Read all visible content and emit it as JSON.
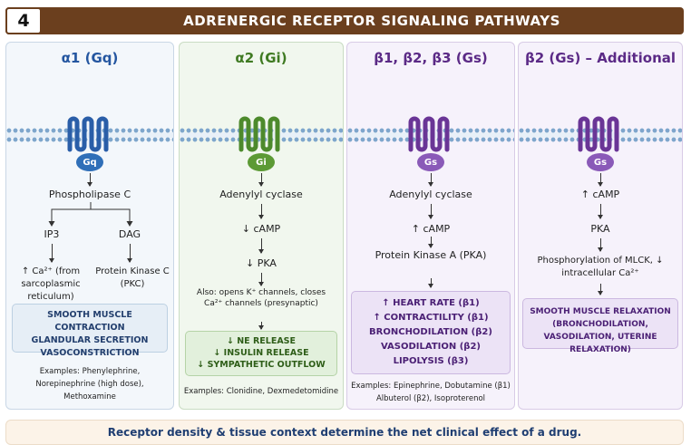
{
  "banner": {
    "number": "4",
    "title": "ADRENERGIC RECEPTOR SIGNALING PATHWAYS"
  },
  "columns": [
    {
      "title": "α1 (Gq)",
      "gprotein": "Gq",
      "color": "#2a5ea8",
      "gcolor": "#2f6fb8",
      "steps": [
        "Phospholipase C",
        "IP3",
        "DAG",
        "↑ Ca²⁺ (from sarcoplasmic reticulum)",
        "Protein Kinase C (PKC)"
      ],
      "effects": [
        "SMOOTH MUSCLE CONTRACTION",
        "GLANDULAR SECRETION",
        "VASOCONSTRICTION"
      ],
      "examples": "Examples: Phenylephrine, Norepinephrine (high dose), Methoxamine"
    },
    {
      "title": "α2 (Gi)",
      "gprotein": "Gi",
      "color": "#4d8a2c",
      "gcolor": "#5c9a35",
      "steps": [
        "Adenylyl cyclase",
        "↓ cAMP",
        "↓ PKA",
        "Also: opens K⁺ channels, closes Ca²⁺ channels (presynaptic)"
      ],
      "effects": [
        "↓ NE RELEASE",
        "↓ INSULIN RELEASE",
        "↓ SYMPATHETIC OUTFLOW"
      ],
      "examples": "Examples: Clonidine, Dexmedetomidine"
    },
    {
      "title": "β1, β2, β3 (Gs)",
      "gprotein": "Gs",
      "color": "#6a3596",
      "gcolor": "#8a5ab8",
      "steps": [
        "Adenylyl cyclase",
        "↑ cAMP",
        "Protein Kinase A (PKA)"
      ],
      "effects": [
        "↑ HEART RATE (β1)",
        "↑ CONTRACTILITY (β1)",
        "BRONCHODILATION (β2)",
        "VASODILATION (β2)",
        "LIPOLYSIS (β3)"
      ],
      "examples": "Examples: Epinephrine, Dobutamine (β1) Albuterol (β2), Isoproterenol"
    },
    {
      "title": "β2 (Gs) – Additional",
      "gprotein": "Gs",
      "color": "#6a3596",
      "gcolor": "#8a5ab8",
      "steps": [
        "↑ cAMP",
        "PKA",
        "Phosphorylation of MLCK, ↓ intracellular Ca²⁺"
      ],
      "effects": [
        "SMOOTH MUSCLE RELAXATION",
        "(BRONCHODILATION, VASODILATION, UTERINE RELAXATION)"
      ],
      "examples": ""
    }
  ],
  "footer": "Receptor density & tissue context determine the net clinical effect of a drug."
}
